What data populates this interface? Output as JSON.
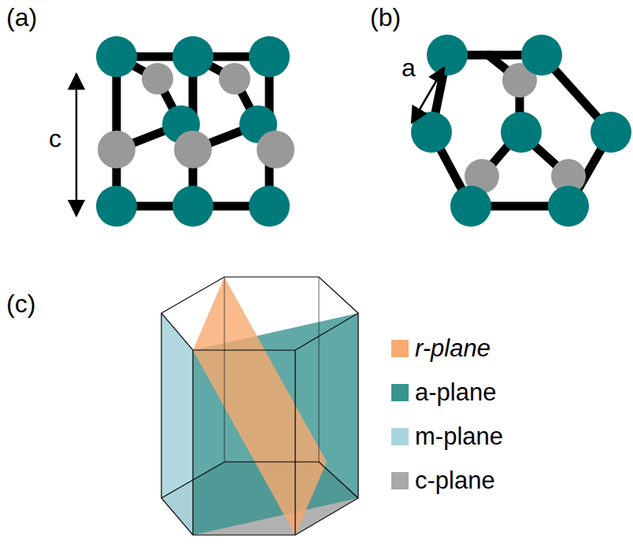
{
  "diagram": {
    "labels": [
      "(a)",
      "(b)",
      "(c)",
      "c",
      "a"
    ],
    "legend": [
      {
        "text": "r-plane",
        "color": "#f8a96f"
      },
      {
        "text": "a-plane",
        "color": "#3a9490"
      },
      {
        "text": "m-plane",
        "color": "#a9d4dc"
      },
      {
        "text": "c-plane",
        "color": "#a8a8a8"
      }
    ]
  }
}
